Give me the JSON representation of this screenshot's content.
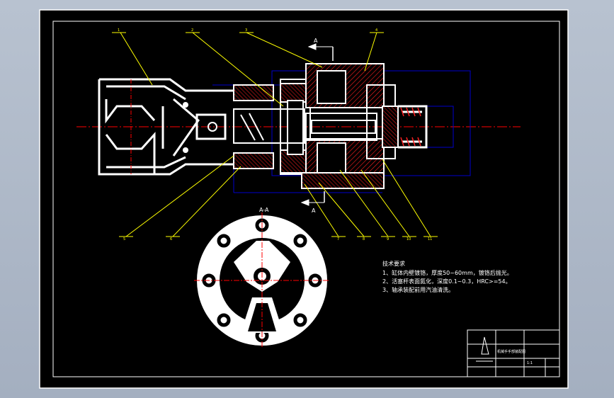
{
  "drawing": {
    "section_marker": "A",
    "section_view_title": "A-A",
    "callouts": [
      "1",
      "2",
      "3",
      "4",
      "5",
      "6",
      "7",
      "8",
      "9",
      "10",
      "11"
    ]
  },
  "tech_requirements": {
    "title": "技术要求",
    "lines": [
      "1、缸体内壁镀铬，厚度50~60mm，镀铬后抛光。",
      "2、活塞杆表面氮化，深度0.1~0.3，HRC>=54。",
      "3、轴承装配前用汽油清洗。"
    ]
  },
  "title_block": {
    "drawing_name": "机械手手部装配图",
    "scale": "1:1"
  },
  "colors": {
    "outline": "#ffffff",
    "centerline": "#ff0000",
    "construction": "#0000cc",
    "leader": "#ffff00",
    "hatch": "#ff0000",
    "sheet": "#000000"
  }
}
